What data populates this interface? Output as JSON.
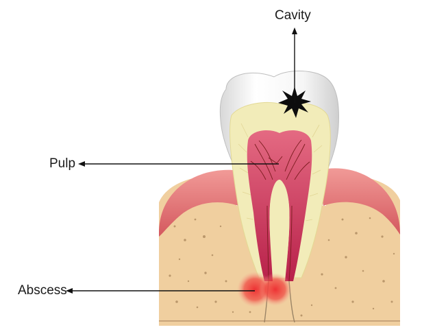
{
  "labels": {
    "cavity": "Cavity",
    "pulp": "Pulp",
    "abscess": "Abscess"
  },
  "colors": {
    "bone": "#f0cf9f",
    "gum": "#e07a7d",
    "enamel": "#f3f3f3",
    "dentin": "#f2ecb9",
    "pulp": "#c9305a",
    "abscess": "#f0433e",
    "pointer": "#111111"
  }
}
